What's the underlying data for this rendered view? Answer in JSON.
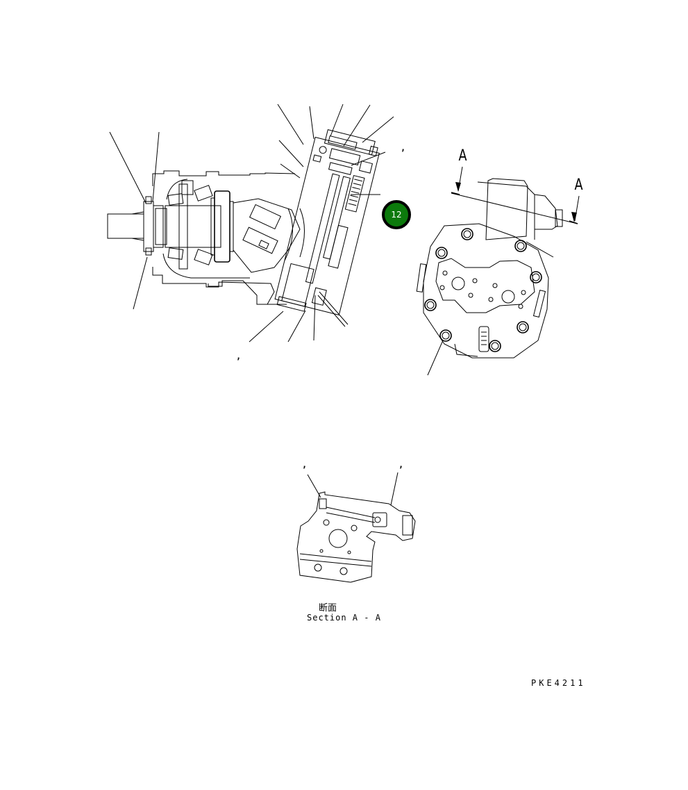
{
  "diagram": {
    "type": "parts-exploded-section-view",
    "subject": "hydraulic motor assembly with control valve",
    "callout": {
      "number": "12",
      "color": "#0c7a0c",
      "border_color": "#000000"
    },
    "section_markers": {
      "left": "A",
      "right": "A"
    },
    "section_label": {
      "japanese": "断面",
      "english": "Section A - A"
    },
    "drawing_id": "PKE4211",
    "comma_marks": [
      ",",
      ",",
      ",",
      ","
    ]
  }
}
